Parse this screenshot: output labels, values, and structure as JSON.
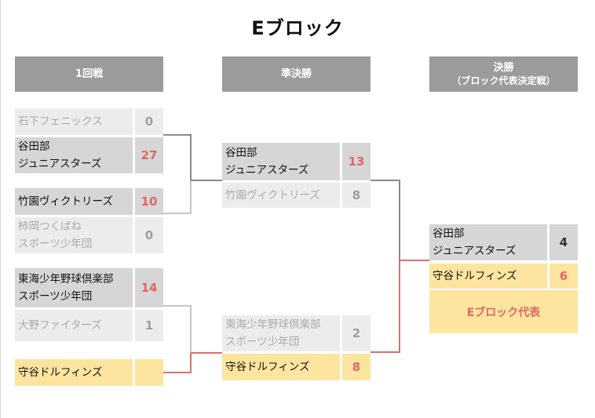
{
  "title": "Eブロック",
  "rounds": {
    "r1": "1回戦",
    "semi": "準決勝",
    "final": "決勝",
    "final_sub": "（ブロック代表決定戦）"
  },
  "round1": [
    {
      "team": "石下フェニックス",
      "score": "0"
    },
    {
      "team": "谷田部\nジュニアスターズ",
      "score": "27"
    },
    {
      "team": "竹園ヴィクトリーズ",
      "score": "10"
    },
    {
      "team": "柿岡つくばね\nスポーツ少年団",
      "score": "0"
    },
    {
      "team": "東海少年野球倶楽部\nスポーツ少年団",
      "score": "14"
    },
    {
      "team": "大野ファイターズ",
      "score": "1"
    },
    {
      "team": "守谷ドルフィンズ",
      "score": ""
    }
  ],
  "semifinal": [
    {
      "team": "谷田部\nジュニアスターズ",
      "score": "13"
    },
    {
      "team": "竹園ヴィクトリーズ",
      "score": "8"
    },
    {
      "team": "東海少年野球倶楽部\nスポーツ少年団",
      "score": "2"
    },
    {
      "team": "守谷ドルフィンズ",
      "score": "8"
    }
  ],
  "final": [
    {
      "team": "谷田部\nジュニアスターズ",
      "score": "4"
    },
    {
      "team": "守谷ドルフィンズ",
      "score": "6"
    }
  ],
  "representative": "Eブロック代表",
  "colors": {
    "header": "#9b9b9b",
    "winner_bg": "#d6d6d6",
    "loser_bg": "#ececec",
    "highlight_bg": "#fde5a0",
    "winner_score": "#e06666",
    "path_red": "#d9706d",
    "line_gray": "#8a8a8a",
    "line_light": "#c4c4c4"
  }
}
